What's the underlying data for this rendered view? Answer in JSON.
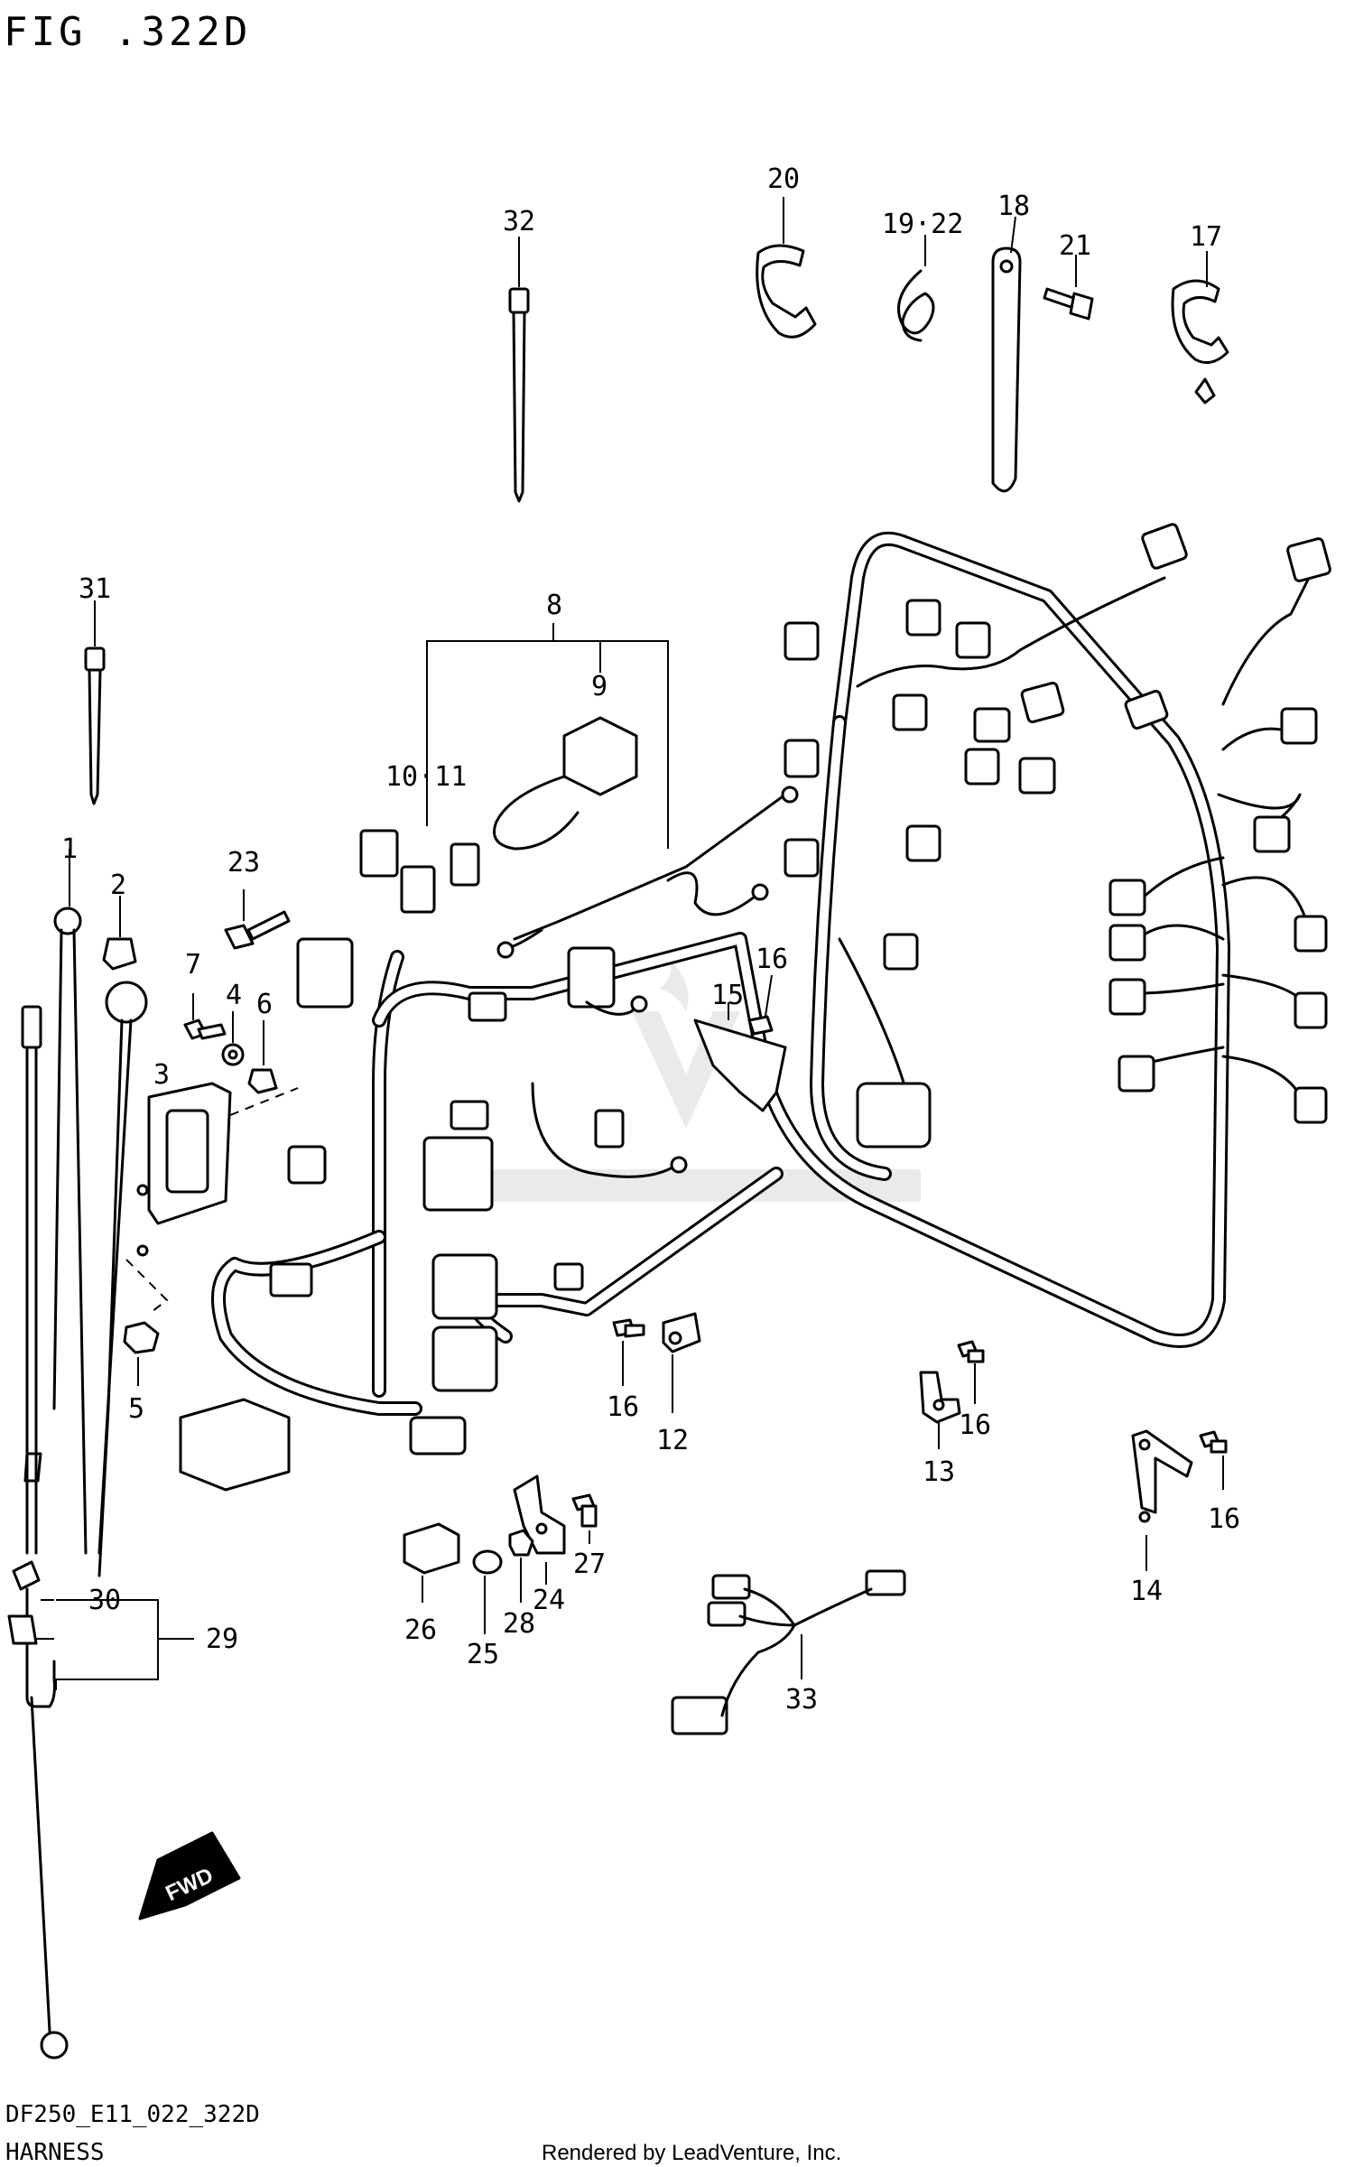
{
  "figure": {
    "title": "FIG .322D",
    "code": "DF250_E11_022_322D",
    "name": "HARNESS",
    "credit": "Rendered by LeadVenture, Inc.",
    "direction_label": "FWD"
  },
  "callouts": [
    {
      "id": "c1",
      "label": "1"
    },
    {
      "id": "c2",
      "label": "2"
    },
    {
      "id": "c3",
      "label": "3"
    },
    {
      "id": "c4",
      "label": "4"
    },
    {
      "id": "c5",
      "label": "5"
    },
    {
      "id": "c6",
      "label": "6"
    },
    {
      "id": "c7",
      "label": "7"
    },
    {
      "id": "c8",
      "label": "8"
    },
    {
      "id": "c9",
      "label": "9"
    },
    {
      "id": "c10",
      "label": "10·11"
    },
    {
      "id": "c12",
      "label": "12"
    },
    {
      "id": "c13",
      "label": "13"
    },
    {
      "id": "c14",
      "label": "14"
    },
    {
      "id": "c15",
      "label": "15"
    },
    {
      "id": "c16a",
      "label": "16"
    },
    {
      "id": "c16b",
      "label": "16"
    },
    {
      "id": "c16c",
      "label": "16"
    },
    {
      "id": "c16d",
      "label": "16"
    },
    {
      "id": "c17",
      "label": "17"
    },
    {
      "id": "c18",
      "label": "18"
    },
    {
      "id": "c19",
      "label": "19·22"
    },
    {
      "id": "c20",
      "label": "20"
    },
    {
      "id": "c21",
      "label": "21"
    },
    {
      "id": "c23",
      "label": "23"
    },
    {
      "id": "c24",
      "label": "24"
    },
    {
      "id": "c25",
      "label": "25"
    },
    {
      "id": "c26",
      "label": "26"
    },
    {
      "id": "c27",
      "label": "27"
    },
    {
      "id": "c28",
      "label": "28"
    },
    {
      "id": "c29",
      "label": "29"
    },
    {
      "id": "c30",
      "label": "30"
    },
    {
      "id": "c31",
      "label": "31"
    },
    {
      "id": "c32",
      "label": "32"
    },
    {
      "id": "c33",
      "label": "33"
    }
  ]
}
